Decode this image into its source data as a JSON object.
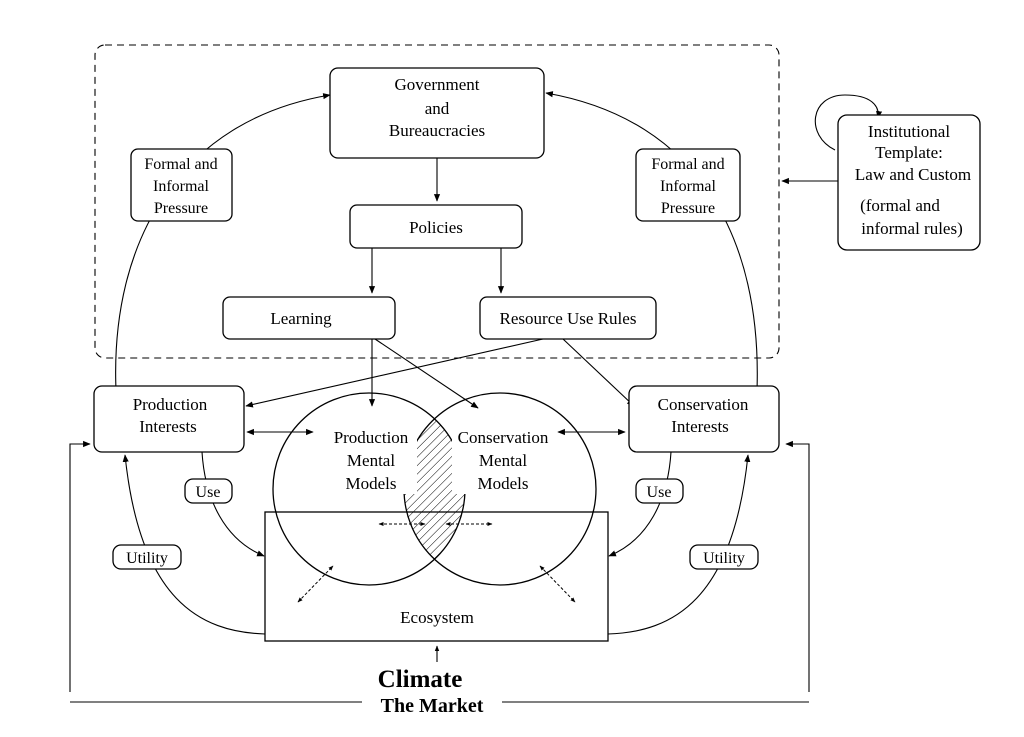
{
  "nodes": {
    "government": [
      "Government",
      "and",
      "Bureaucracies"
    ],
    "policies": "Policies",
    "learning": "Learning",
    "resource_use_rules": "Resource Use Rules",
    "pressure_left": [
      "Formal and",
      "Informal",
      "Pressure"
    ],
    "pressure_right": [
      "Formal and",
      "Informal",
      "Pressure"
    ],
    "institutional_template": [
      "Institutional",
      "Template:",
      "Law and Custom",
      "(formal and",
      "informal rules)"
    ],
    "production_interests": [
      "Production",
      "Interests"
    ],
    "conservation_interests": [
      "Conservation",
      "Interests"
    ],
    "production_models": [
      "Production",
      "Mental",
      "Models"
    ],
    "conservation_models": [
      "Conservation",
      "Mental",
      "Models"
    ],
    "use_left": "Use",
    "use_right": "Use",
    "utility_left": "Utility",
    "utility_right": "Utility",
    "ecosystem": "Ecosystem",
    "climate": "Climate",
    "market": "The Market"
  }
}
